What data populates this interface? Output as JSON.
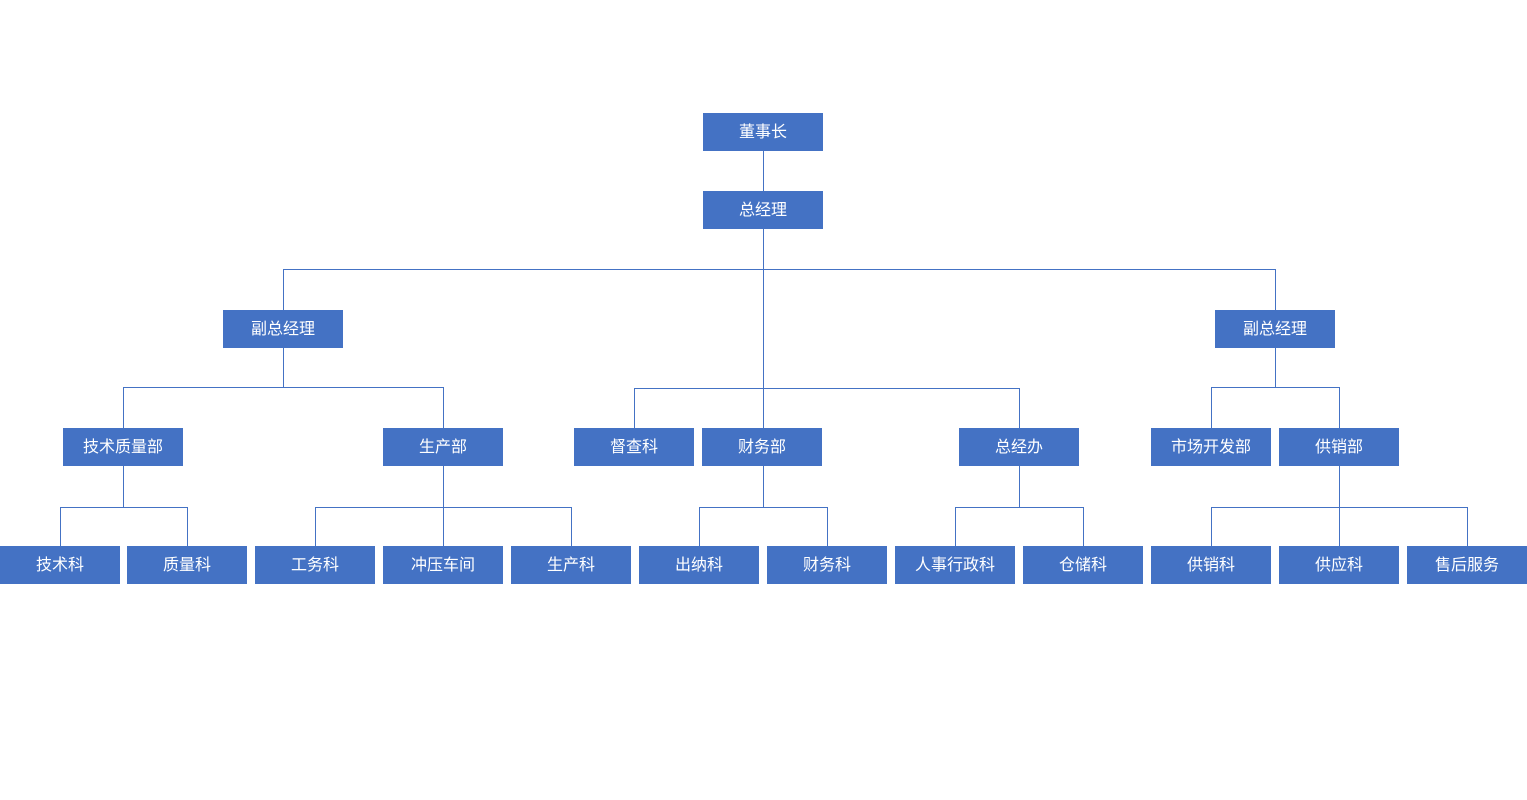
{
  "org_chart": {
    "colors": {
      "node_fill": "#4472C4",
      "node_text": "#ffffff",
      "connector": "#4472C4",
      "background": "#ffffff"
    },
    "nodes": {
      "chairman": "董事长",
      "general_manager": "总经理",
      "deputy_gm_left": "副总经理",
      "deputy_gm_right": "副总经理",
      "tech_quality_dept": "技术质量部",
      "production_dept": "生产部",
      "supervision_section": "督查科",
      "finance_dept": "财务部",
      "gm_office": "总经办",
      "market_dev_dept": "市场开发部",
      "supply_sales_dept": "供销部",
      "tech_section": "技术科",
      "quality_section": "质量科",
      "engineering_section": "工务科",
      "stamping_workshop": "冲压车间",
      "production_section": "生产科",
      "cashier_section": "出纳科",
      "accounting_section": "财务科",
      "hr_admin_section": "人事行政科",
      "warehouse_section": "仓储科",
      "sales_section": "供销科",
      "procurement_section": "供应科",
      "after_sales_service": "售后服务"
    }
  }
}
